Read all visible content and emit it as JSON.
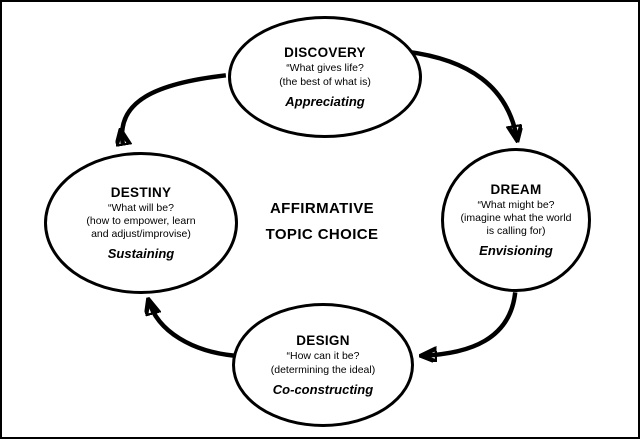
{
  "colors": {
    "ink": "#000000",
    "background": "#ffffff"
  },
  "center": {
    "line1": "AFFIRMATIVE",
    "line2": "TOPIC CHOICE"
  },
  "nodes": {
    "discovery": {
      "title": "DISCOVERY",
      "question": "“What gives life?",
      "sub": "(the best of what is)",
      "tag": "Appreciating"
    },
    "dream": {
      "title": "DREAM",
      "question": "“What might be?",
      "sub": "(imagine what the world is calling for)",
      "tag": "Envisioning"
    },
    "design": {
      "title": "DESIGN",
      "question": "“How can it be?",
      "sub": "(determining the ideal)",
      "tag": "Co-constructing"
    },
    "destiny": {
      "title": "DESTINY",
      "question": "“What will be?",
      "sub": "(how to empower, learn and adjust/improvise)",
      "tag": "Sustaining"
    }
  },
  "arrows": [
    "discovery to dream",
    "dream to design",
    "design to destiny",
    "destiny to discovery"
  ]
}
